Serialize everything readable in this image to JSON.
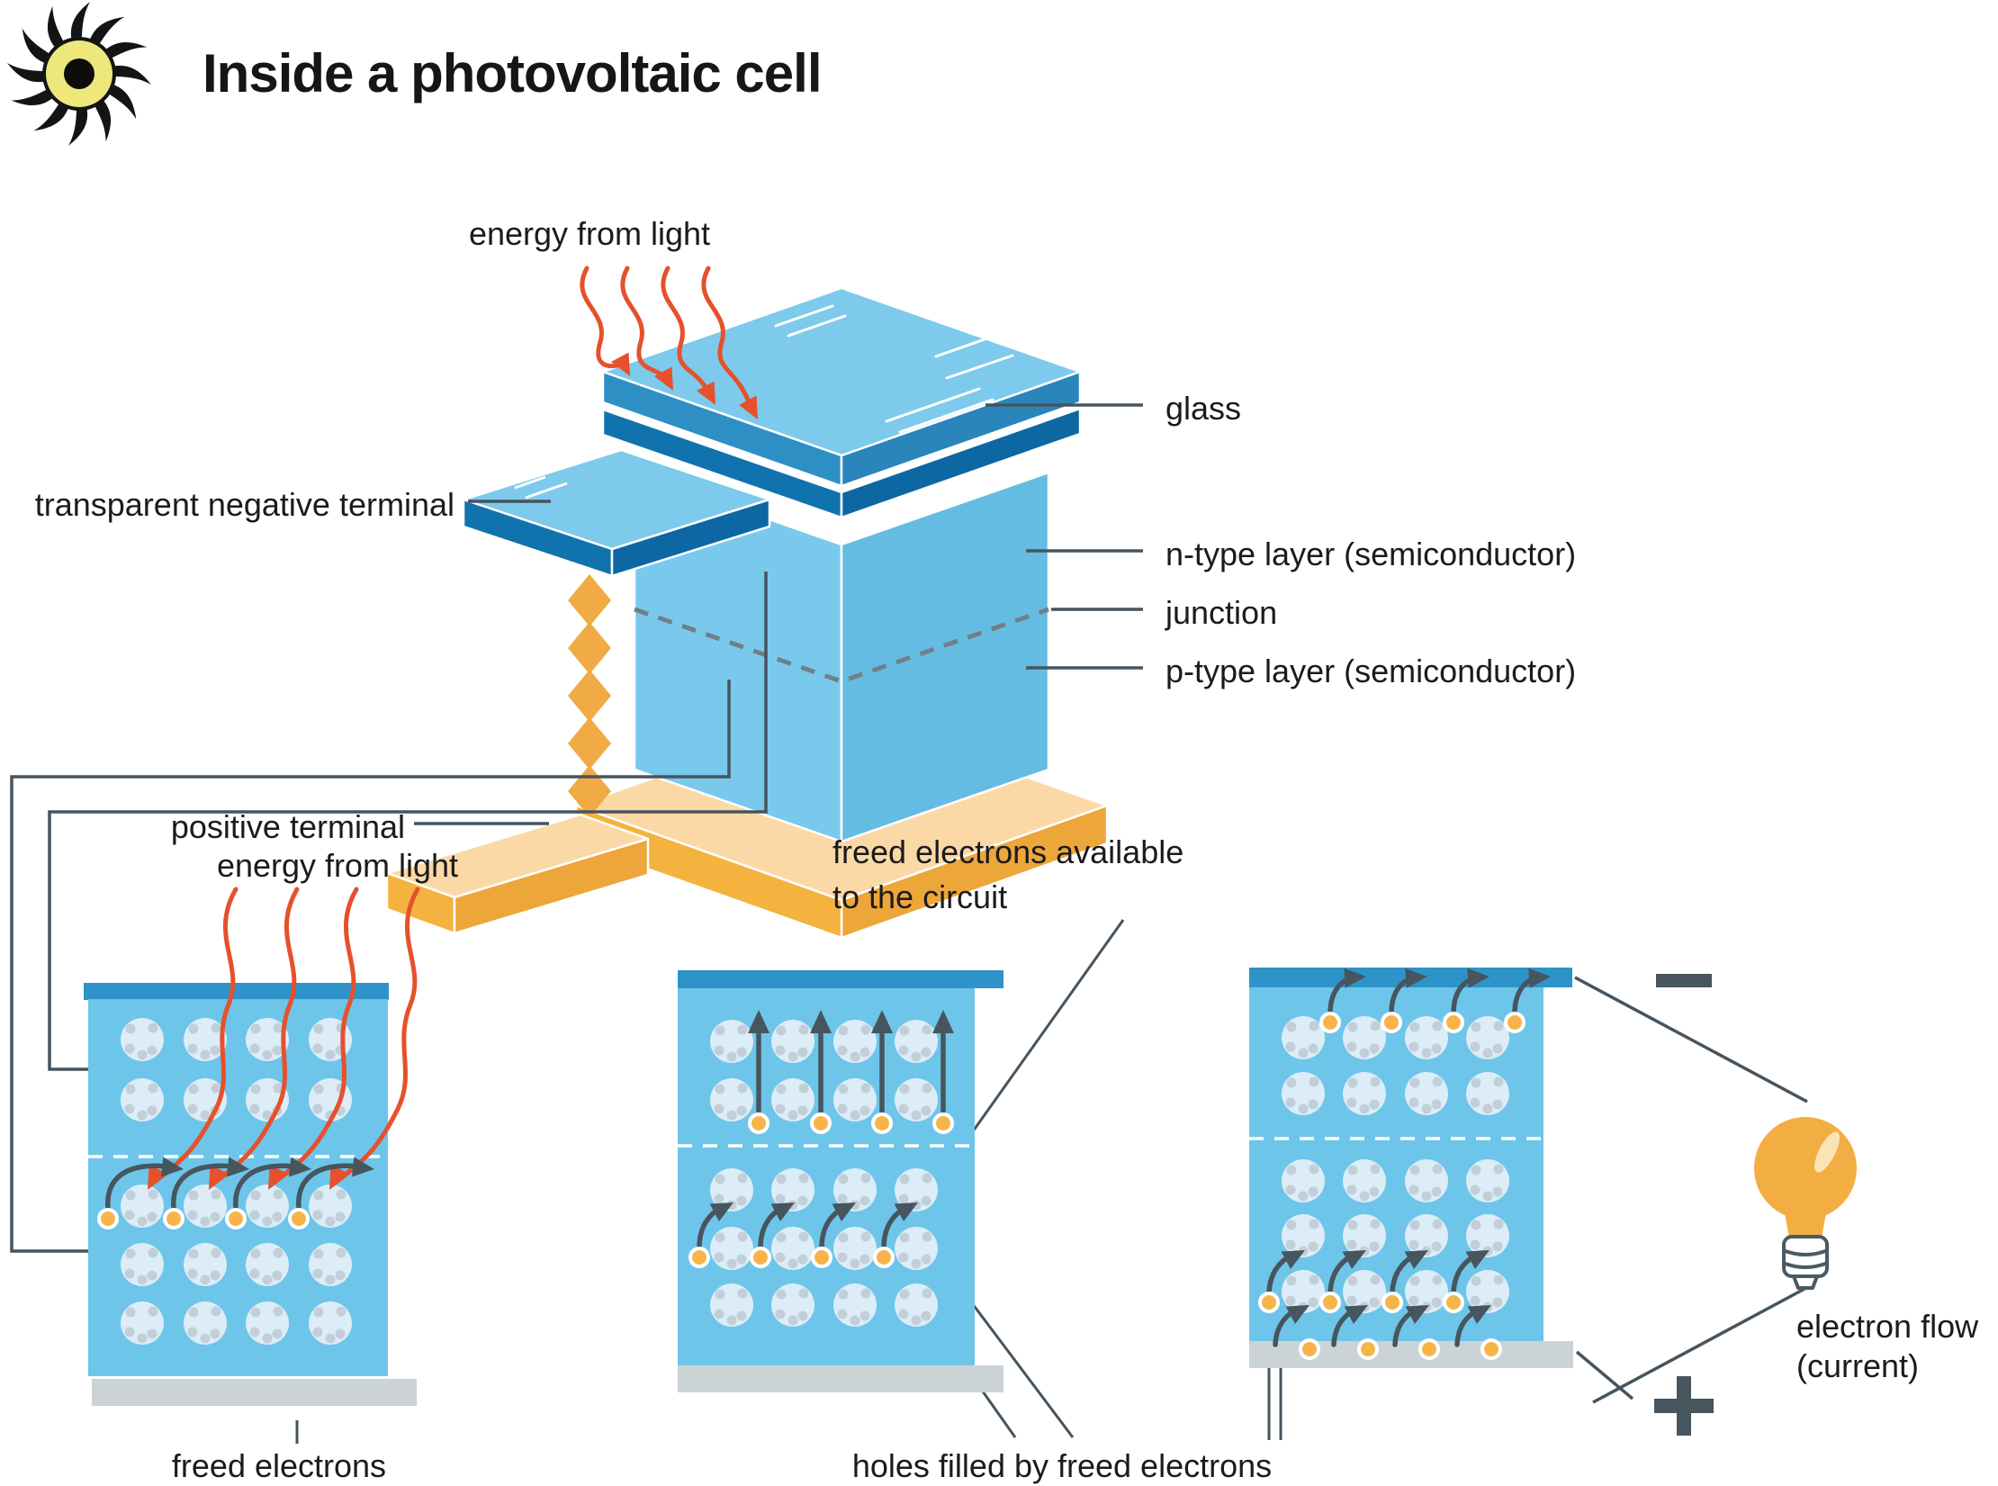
{
  "title": "Inside a photovoltaic cell",
  "cell_diagram": {
    "energy_label": "energy from light",
    "labels": {
      "glass": "glass",
      "n_type": "n-type layer (semiconductor)",
      "junction": "junction",
      "p_type": "p-type layer (semiconductor)",
      "negative_terminal": "transparent negative terminal",
      "positive_terminal": "positive terminal"
    }
  },
  "stages": {
    "energy_label": "energy from light",
    "freed_electrons": "freed electrons",
    "freed_available_line1": "freed electrons available",
    "freed_available_line2": "to the circuit",
    "holes_filled": "holes filled by freed electrons"
  },
  "circuit": {
    "minus": "−",
    "plus": "+",
    "flow_line1": "electron flow",
    "flow_line2": "(current)"
  },
  "colors": {
    "red_energy": "#e5512c",
    "panel_body": "#6ec5ea",
    "panel_top_bar": "#2e93c8",
    "panel_bottom_bar": "#ccd3d7",
    "electron_dot": "#f6b44b",
    "dark_arrow": "#47555e",
    "leader_line": "#46545e",
    "glass": "#7dcaec",
    "negative_terminal": "#1173ad",
    "semiconductor": "#79c9ec",
    "positive_terminal": "#f4b33f",
    "bulb": "#f2ae43",
    "text": "#1b1b1b"
  }
}
